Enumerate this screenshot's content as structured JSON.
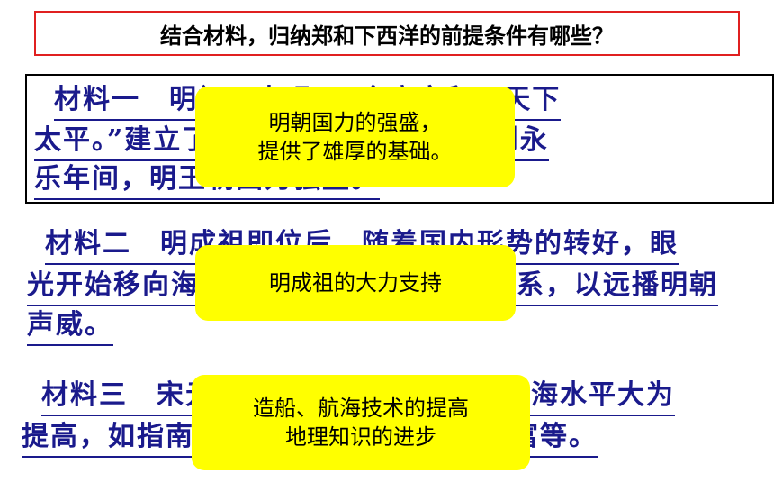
{
  "question": "结合材料，归纳郑和下西洋的前提条件有哪些？",
  "material1": {
    "line1": "材料一　明初，出现了“仓廪充积，天下",
    "line2": "太平。”建立了“诸国来宾，门不闔。”到永",
    "line3": "乐年间，明王朝国力强盛。"
  },
  "material2": {
    "line1": "材料二　明成祖即位后，随着国内形势的转好，眼",
    "line2": "光开始移向海外，发展与海外各国的关系，以远播明朝",
    "line3": "声威。"
  },
  "material3": {
    "line1": "材料三　宋元以来，我国造船技术与航海水平大为",
    "line2": "提高，如指南针的运用，地理知识见丰富等。"
  },
  "callouts": {
    "c1_line1": "明朝国力的强盛，",
    "c1_line2": "提供了雄厚的基础。",
    "c2": "明成祖的大力支持",
    "c3_line1": "造船、航海技术的提高",
    "c3_line2": "地理知识的进步"
  },
  "colors": {
    "question_border": "#e02020",
    "text": "#1a1a8c",
    "callout": "#ffff00"
  }
}
